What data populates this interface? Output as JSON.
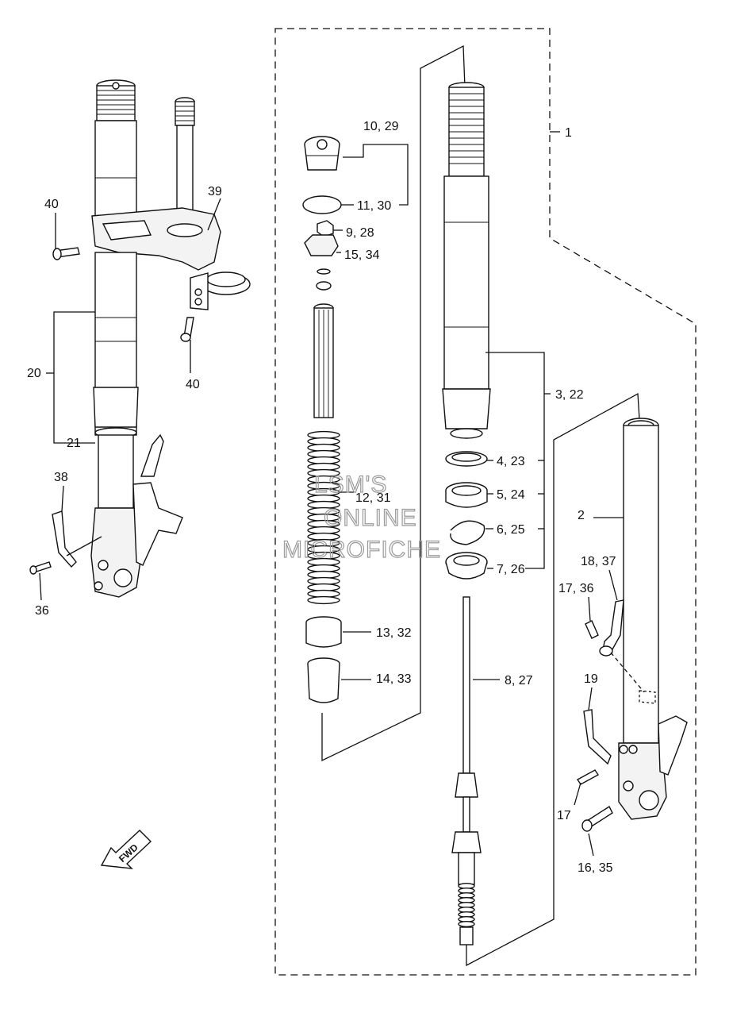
{
  "watermark": [
    "LSM'S",
    "ONLINE",
    "MICROFICHE"
  ],
  "fwd_label": "FWD",
  "callouts": {
    "c1": "1",
    "c2": "2",
    "c3": "3, 22",
    "c4": "4, 23",
    "c5": "5, 24",
    "c6": "6, 25",
    "c7": "7, 26",
    "c8": "8, 27",
    "c9": "9, 28",
    "c10": "10, 29",
    "c11": "11, 30",
    "c12": "12, 31",
    "c13": "13, 32",
    "c14": "14, 33",
    "c15": "15, 34",
    "c16": "16, 35",
    "c17a": "17, 36",
    "c17b": "17",
    "c18": "18, 37",
    "c19": "19",
    "c20": "20",
    "c21": "21",
    "c36": "36",
    "c38": "38",
    "c39": "39",
    "c40a": "40",
    "c40b": "40"
  }
}
